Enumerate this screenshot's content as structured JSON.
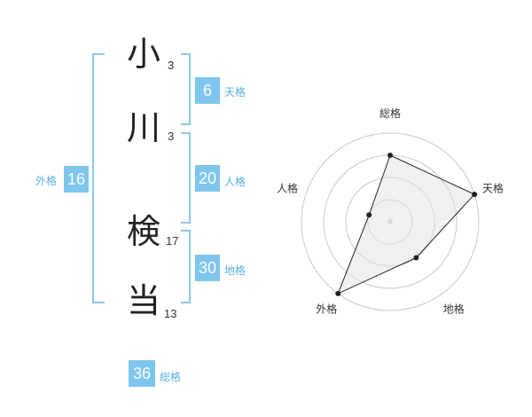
{
  "name": {
    "chars": [
      {
        "char": "小",
        "strokes": "3"
      },
      {
        "char": "川",
        "strokes": "3"
      },
      {
        "char": "検",
        "strokes": "17"
      },
      {
        "char": "当",
        "strokes": "13"
      }
    ]
  },
  "fortunes": {
    "tenkaku": {
      "value": "6",
      "label": "天格"
    },
    "jinkaku": {
      "value": "20",
      "label": "人格"
    },
    "chikaku": {
      "value": "30",
      "label": "地格"
    },
    "gaikaku": {
      "value": "16",
      "label": "外格"
    },
    "soukaku": {
      "value": "36",
      "label": "総格"
    }
  },
  "colors": {
    "accent": "#7ec6ee",
    "bracket": "#8cc8ec"
  },
  "chart_data": {
    "type": "radar",
    "axes": [
      "総格",
      "天格",
      "地格",
      "外格",
      "人格"
    ],
    "values": [
      3,
      4,
      2,
      4,
      1
    ],
    "max": 4,
    "rings": 4
  }
}
